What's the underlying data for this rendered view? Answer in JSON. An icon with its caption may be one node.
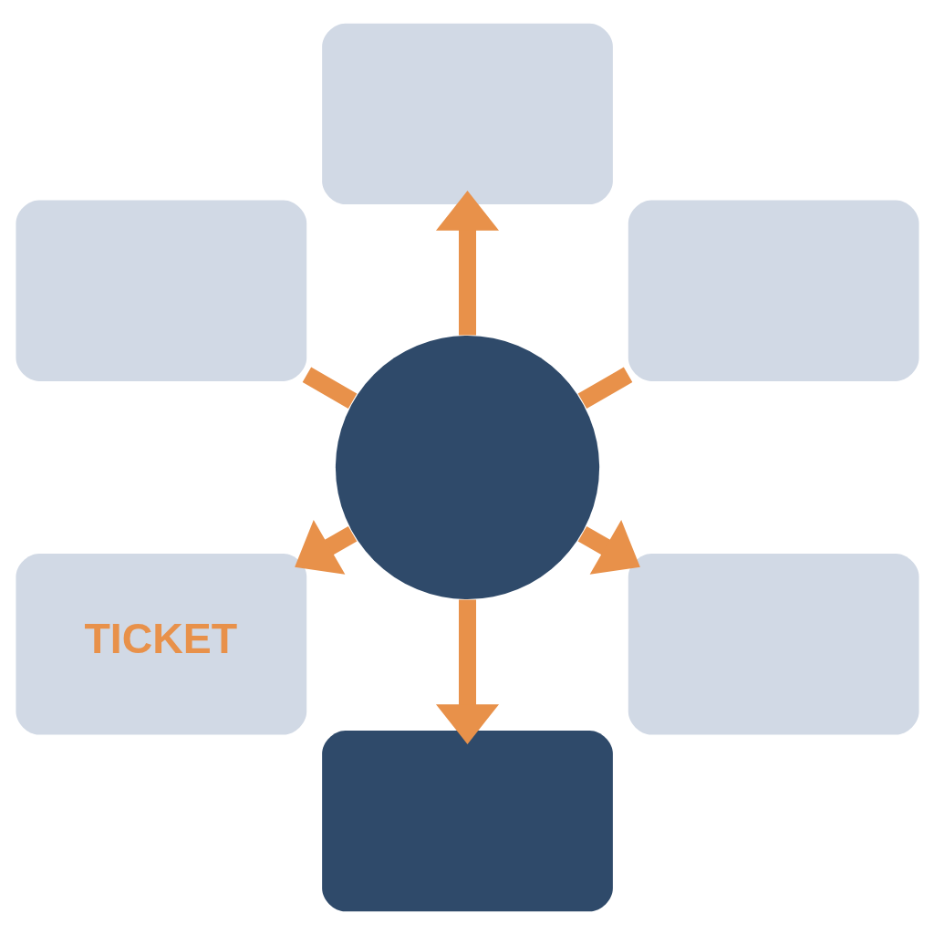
{
  "diagram": {
    "nodes": [
      {
        "text": [],
        "shape": "box"
      },
      {
        "text": [],
        "shape": "box"
      },
      {
        "text": [],
        "shape": "box"
      },
      {
        "text": [],
        "shape": "circle"
      },
      {
        "text": [
          "TICKET"
        ]
      },
      {
        "text": [],
        "shape": "box"
      },
      {
        "text": [],
        "shape": "box"
      }
    ],
    "edges": [
      {
        "from": 3,
        "to": 2,
        "arrow": "none"
      },
      {
        "from": 3,
        "to": 0,
        "arrow": "to"
      },
      {
        "from": 3,
        "to": 1,
        "arrow": "none"
      },
      {
        "from": 3,
        "to": 4,
        "arrow": "to"
      },
      {
        "from": 3,
        "to": 6,
        "arrow": "to"
      },
      {
        "from": 3,
        "to": 5,
        "arrow": "to"
      }
    ]
  }
}
